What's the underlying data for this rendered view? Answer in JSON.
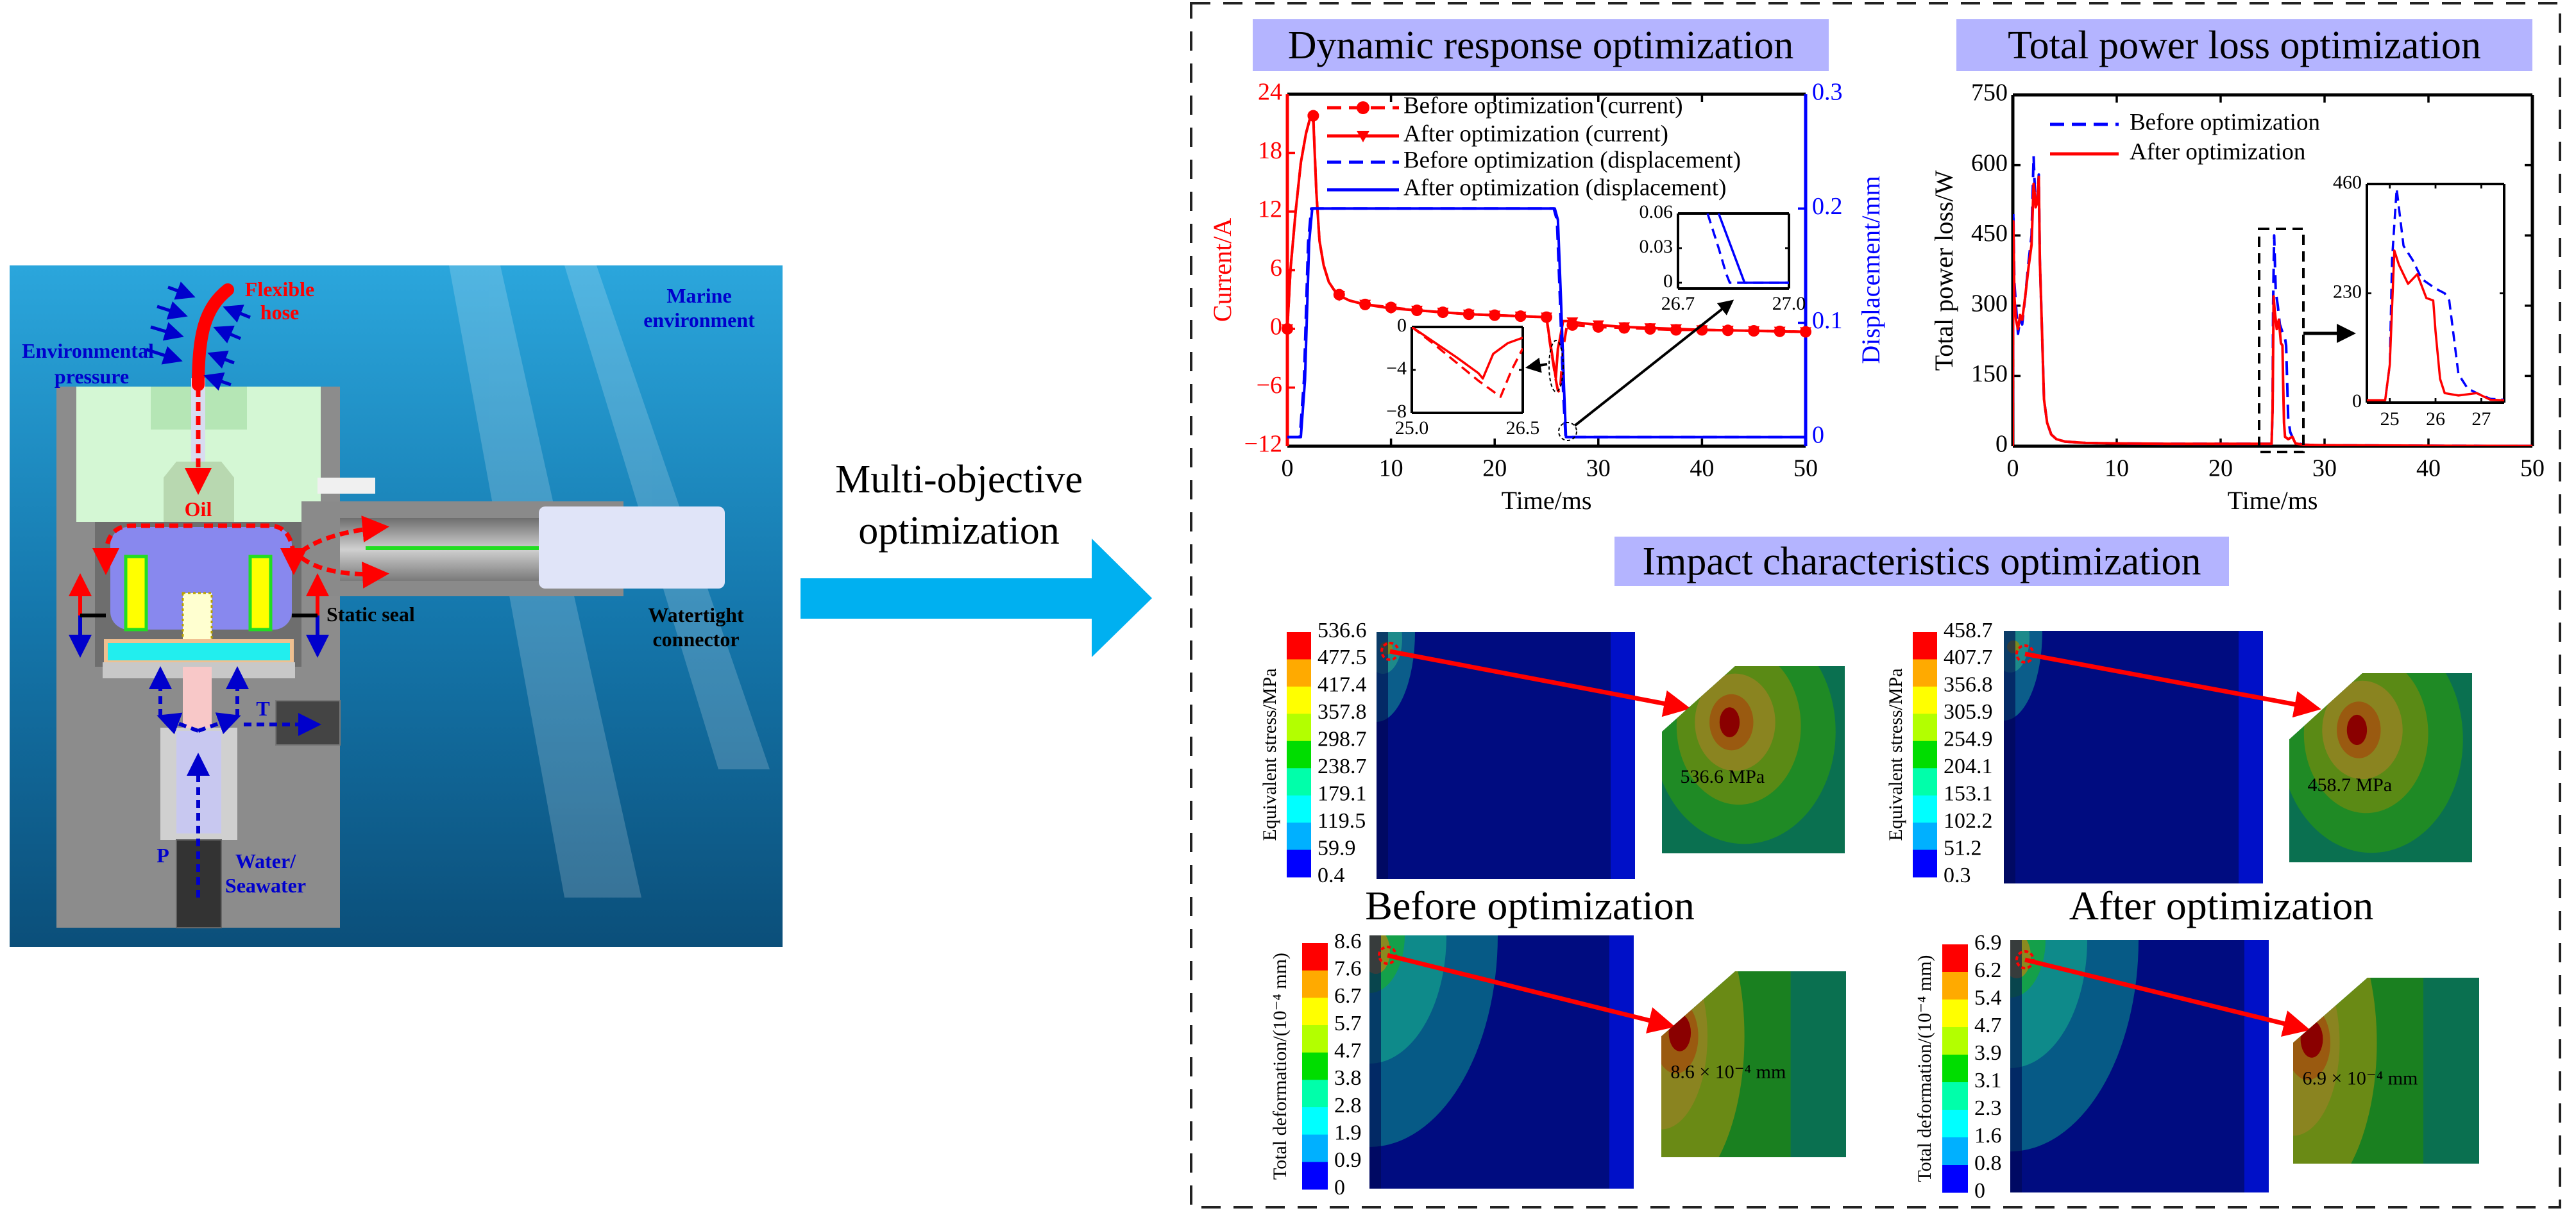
{
  "illustration": {
    "flexible_hose": [
      "Flexible",
      "hose"
    ],
    "environmental_pressure": [
      "Environmental",
      "pressure"
    ],
    "marine_environment": [
      "Marine",
      "environment"
    ],
    "oil": "Oil",
    "static_seal": "Static seal",
    "watertight_connector": [
      "Watertight",
      "connector"
    ],
    "port_t": "T",
    "port_p": "P",
    "water_seawater": [
      "Water/",
      "Seawater"
    ]
  },
  "transition": {
    "line1": "Multi-objective",
    "line2": "optimization"
  },
  "panels": {
    "dynamic_title": "Dynamic response optimization",
    "power_title": "Total power loss optimization",
    "impact_title": "Impact characteristics optimization"
  },
  "colors": {
    "title_box": "#b4b4ff",
    "arrow": "#00b0f0",
    "current": "#ff0000",
    "displacement": "#0000ff",
    "before_power": "#0000ff",
    "after_power": "#ff0000",
    "colorbar": [
      "#ff0000",
      "#ffaa00",
      "#ffff00",
      "#b3ff00",
      "#00dd00",
      "#00ffaa",
      "#00ffff",
      "#00b0ff",
      "#0000ff"
    ]
  },
  "chart_data": [
    {
      "type": "line",
      "title": "Dynamic response optimization",
      "xlabel": "Time/ms",
      "ylabel": "Current/A",
      "y2label": "Displacement/mm",
      "xlim": [
        0,
        50
      ],
      "ylim": [
        -12,
        24
      ],
      "y2lim": [
        -0.008,
        0.3
      ],
      "xticks": [
        0,
        10,
        20,
        30,
        40,
        50
      ],
      "xticklabels": [
        "0",
        "10",
        "20",
        "30",
        "40",
        "50"
      ],
      "yticks": [
        -12,
        -6,
        0,
        6,
        12,
        18,
        24
      ],
      "yticklabels": [
        "−12",
        "−6",
        "0",
        "6",
        "12",
        "18",
        "24"
      ],
      "y2ticks": [
        0,
        0.1,
        0.2,
        0.3
      ],
      "y2ticklabels": [
        "0",
        "0.1",
        "0.2",
        "0.3"
      ],
      "grid": false,
      "legend": "top-left",
      "series": [
        {
          "name": "Before optimization (current)",
          "axis": "left",
          "style": "dashed",
          "marker": "circle",
          "color": "#ff0000",
          "x": [
            0,
            0.3,
            0.8,
            1.3,
            1.8,
            2.3,
            2.5,
            2.8,
            3.1,
            3.5,
            4,
            4.5,
            5,
            6,
            7.5,
            10,
            12.5,
            15,
            17.5,
            20,
            22.5,
            25,
            25.3,
            25.6,
            25.9,
            26.1,
            26.3,
            26.6,
            27,
            27.5,
            30,
            32.5,
            35,
            37.5,
            40,
            45,
            50
          ],
          "y": [
            0,
            6,
            12,
            17,
            20,
            22,
            21.8,
            14,
            9,
            6.5,
            4.8,
            4,
            3.5,
            2.9,
            2.5,
            2.2,
            1.9,
            1.7,
            1.5,
            1.4,
            1.3,
            1.2,
            -1.2,
            -3.2,
            -5.2,
            -6.3,
            -6.5,
            -2,
            0.5,
            0.4,
            0.2,
            0.1,
            0,
            -0.1,
            -0.1,
            -0.2,
            -0.3
          ],
          "marker_x": [
            0,
            2.5,
            5,
            7.5,
            10,
            12.5,
            15,
            17.5,
            20,
            22.5,
            25,
            27.5,
            30,
            32.5,
            35,
            37.5,
            40,
            42.5,
            45,
            47.5,
            50
          ]
        },
        {
          "name": "After optimization (current)",
          "axis": "left",
          "style": "solid",
          "marker": "triangle-down",
          "color": "#ff0000",
          "x": [
            0,
            0.3,
            0.8,
            1.3,
            1.8,
            2.3,
            2.5,
            2.8,
            3.1,
            3.5,
            4,
            4.5,
            5,
            6,
            7.5,
            10,
            12.5,
            15,
            17.5,
            20,
            22.5,
            25,
            25.3,
            25.6,
            25.9,
            26.1,
            26.3,
            26.6,
            27,
            27.5,
            30,
            32.5,
            35,
            37.5,
            40,
            45,
            50
          ],
          "y": [
            0,
            6,
            12,
            17,
            20,
            22,
            21.5,
            14,
            9,
            6.5,
            4.8,
            4,
            3.4,
            2.9,
            2.5,
            2.1,
            1.9,
            1.7,
            1.5,
            1.4,
            1.3,
            1.2,
            -1,
            -3,
            -5,
            -2,
            -1,
            0.8,
            0.8,
            0.7,
            0.4,
            0.2,
            0.1,
            0,
            -0.1,
            -0.2,
            -0.3
          ],
          "marker_x": [
            0,
            2.5,
            5,
            7.5,
            10,
            12.5,
            15,
            17.5,
            20,
            22.5,
            25,
            27.5,
            30,
            32.5,
            35,
            37.5,
            40,
            42.5,
            45,
            47.5,
            50
          ]
        },
        {
          "name": "Before optimization (displacement)",
          "axis": "right",
          "style": "dashed",
          "marker": "none",
          "color": "#0000ff",
          "x": [
            0,
            1.2,
            1.6,
            2.0,
            2.3,
            25.7,
            26.0,
            26.3,
            26.6,
            26.84,
            50
          ],
          "y": [
            0,
            0,
            0.05,
            0.17,
            0.2,
            0.2,
            0.19,
            0.12,
            0.04,
            0,
            0
          ]
        },
        {
          "name": "After optimization (displacement)",
          "axis": "right",
          "style": "solid",
          "marker": "none",
          "color": "#0000ff",
          "x": [
            0,
            1.3,
            1.7,
            2.1,
            2.4,
            25.8,
            26.1,
            26.4,
            26.7,
            26.88,
            50
          ],
          "y": [
            0,
            0,
            0.05,
            0.17,
            0.2,
            0.2,
            0.19,
            0.12,
            0.04,
            0,
            0
          ]
        }
      ],
      "insets": [
        {
          "xlim": [
            25.0,
            26.5
          ],
          "ylim": [
            -8,
            0
          ],
          "xticks": [
            25.0,
            26.5
          ],
          "xticklabels": [
            "25.0",
            "26.5"
          ],
          "yticks": [
            -8,
            -4,
            0
          ],
          "yticklabels": [
            "−8",
            "−4",
            "0"
          ],
          "series": [
            {
              "style": "dashed",
              "color": "#ff0000",
              "x": [
                25,
                25.3,
                25.6,
                25.9,
                26.1,
                26.2,
                26.35,
                26.5
              ],
              "y": [
                0,
                -1.6,
                -3.3,
                -5.0,
                -6.0,
                -6.5,
                -4,
                -2
              ]
            },
            {
              "style": "solid",
              "color": "#ff0000",
              "x": [
                25,
                25.3,
                25.6,
                25.9,
                25.96,
                26.1,
                26.3,
                26.5
              ],
              "y": [
                0,
                -1.4,
                -2.8,
                -4.3,
                -4.8,
                -2.5,
                -1.5,
                -1
              ]
            }
          ]
        },
        {
          "xlim": [
            26.7,
            27.0
          ],
          "ylim": [
            -0.005,
            0.06
          ],
          "xticks": [
            26.7,
            27.0
          ],
          "xticklabels": [
            "26.7",
            "27.0"
          ],
          "yticks": [
            0,
            0.03,
            0.06
          ],
          "yticklabels": [
            "0",
            "0.03",
            "0.06"
          ],
          "series": [
            {
              "style": "dashed",
              "color": "#0000ff",
              "x": [
                26.78,
                26.81,
                26.83,
                26.84,
                27.0
              ],
              "y": [
                0.06,
                0.03,
                0.008,
                0,
                0
              ]
            },
            {
              "style": "solid",
              "color": "#0000ff",
              "x": [
                26.81,
                26.845,
                26.88,
                27.0
              ],
              "y": [
                0.06,
                0.03,
                0,
                0
              ]
            }
          ]
        }
      ]
    },
    {
      "type": "line",
      "title": "Total power loss optimization",
      "xlabel": "Time/ms",
      "ylabel": "Total power loss/W",
      "xlim": [
        0,
        50
      ],
      "ylim": [
        0,
        750
      ],
      "xticks": [
        0,
        10,
        20,
        30,
        40,
        50
      ],
      "xticklabels": [
        "0",
        "10",
        "20",
        "30",
        "40",
        "50"
      ],
      "yticks": [
        0,
        150,
        300,
        450,
        600,
        750
      ],
      "yticklabels": [
        "0",
        "150",
        "300",
        "450",
        "600",
        "750"
      ],
      "grid": false,
      "legend": "top-left",
      "series": [
        {
          "name": "Before optimization",
          "style": "dashed",
          "color": "#0000ff",
          "x": [
            0,
            0.05,
            0.15,
            0.3,
            0.5,
            0.7,
            0.9,
            1.2,
            1.5,
            1.8,
            2.0,
            2.1,
            2.2,
            2.35,
            2.5,
            2.6,
            2.8,
            3.0,
            3.3,
            3.7,
            4.2,
            5,
            7,
            10,
            15,
            20,
            24.9,
            25.0,
            25.05,
            25.15,
            25.3,
            25.5,
            25.7,
            26.0,
            26.2,
            26.3,
            26.5,
            26.7,
            26.9,
            27.2,
            28,
            30,
            40,
            50
          ],
          "y": [
            0,
            500,
            350,
            300,
            240,
            270,
            260,
            320,
            390,
            450,
            620,
            560,
            520,
            530,
            580,
            400,
            250,
            100,
            50,
            25,
            15,
            10,
            7,
            6,
            5,
            5,
            5,
            80,
            300,
            450,
            330,
            300,
            260,
            240,
            230,
            215,
            60,
            30,
            20,
            8,
            3,
            2,
            1,
            0.5
          ]
        },
        {
          "name": "After optimization",
          "style": "solid",
          "color": "#ff0000",
          "x": [
            0,
            0.05,
            0.15,
            0.3,
            0.5,
            0.7,
            0.9,
            1.2,
            1.5,
            1.8,
            2.0,
            2.1,
            2.2,
            2.35,
            2.5,
            2.6,
            2.8,
            3.0,
            3.3,
            3.7,
            4.2,
            5,
            7,
            10,
            15,
            20,
            24.9,
            25.0,
            25.1,
            25.2,
            25.4,
            25.6,
            25.8,
            25.95,
            26.0,
            26.1,
            26.2,
            26.5,
            26.9,
            27.2,
            28,
            30,
            40,
            50
          ],
          "y": [
            0,
            480,
            320,
            270,
            250,
            280,
            270,
            320,
            380,
            430,
            560,
            540,
            510,
            520,
            575,
            400,
            250,
            100,
            50,
            25,
            15,
            10,
            7,
            6,
            5,
            5,
            5,
            80,
            320,
            290,
            250,
            270,
            220,
            215,
            150,
            50,
            20,
            15,
            20,
            6,
            3,
            2,
            1,
            0.5
          ]
        }
      ],
      "insets": [
        {
          "xlim": [
            24.5,
            27.5
          ],
          "ylim": [
            0,
            460
          ],
          "xticks": [
            25,
            26,
            27
          ],
          "xticklabels": [
            "25",
            "26",
            "27"
          ],
          "yticks": [
            0,
            230,
            460
          ],
          "yticklabels": [
            "0",
            "230",
            "460"
          ],
          "series_from_main": true
        }
      ]
    }
  ],
  "impact": {
    "before": {
      "label": "Before optimization",
      "stress": {
        "axis_label": "Equivalent stress/MPa",
        "levels": [
          "536.6",
          "477.5",
          "417.4",
          "357.8",
          "298.7",
          "238.7",
          "179.1",
          "119.5",
          "59.9",
          "0.4"
        ],
        "max_label": "536.6 MPa"
      },
      "deformation": {
        "axis_label": "Total deformation/(10⁻⁴ mm)",
        "levels": [
          "8.6",
          "7.6",
          "6.7",
          "5.7",
          "4.7",
          "3.8",
          "2.8",
          "1.9",
          "0.9",
          "0"
        ],
        "max_label": "8.6 × 10⁻⁴ mm"
      }
    },
    "after": {
      "label": "After optimization",
      "stress": {
        "axis_label": "Equivalent stress/MPa",
        "levels": [
          "458.7",
          "407.7",
          "356.8",
          "305.9",
          "254.9",
          "204.1",
          "153.1",
          "102.2",
          "51.2",
          "0.3"
        ],
        "max_label": "458.7 MPa"
      },
      "deformation": {
        "axis_label": "Total deformation/(10⁻⁴ mm)",
        "levels": [
          "6.9",
          "6.2",
          "5.4",
          "4.7",
          "3.9",
          "3.1",
          "2.3",
          "1.6",
          "0.8",
          "0"
        ],
        "max_label": "6.9 × 10⁻⁴ mm"
      }
    }
  }
}
